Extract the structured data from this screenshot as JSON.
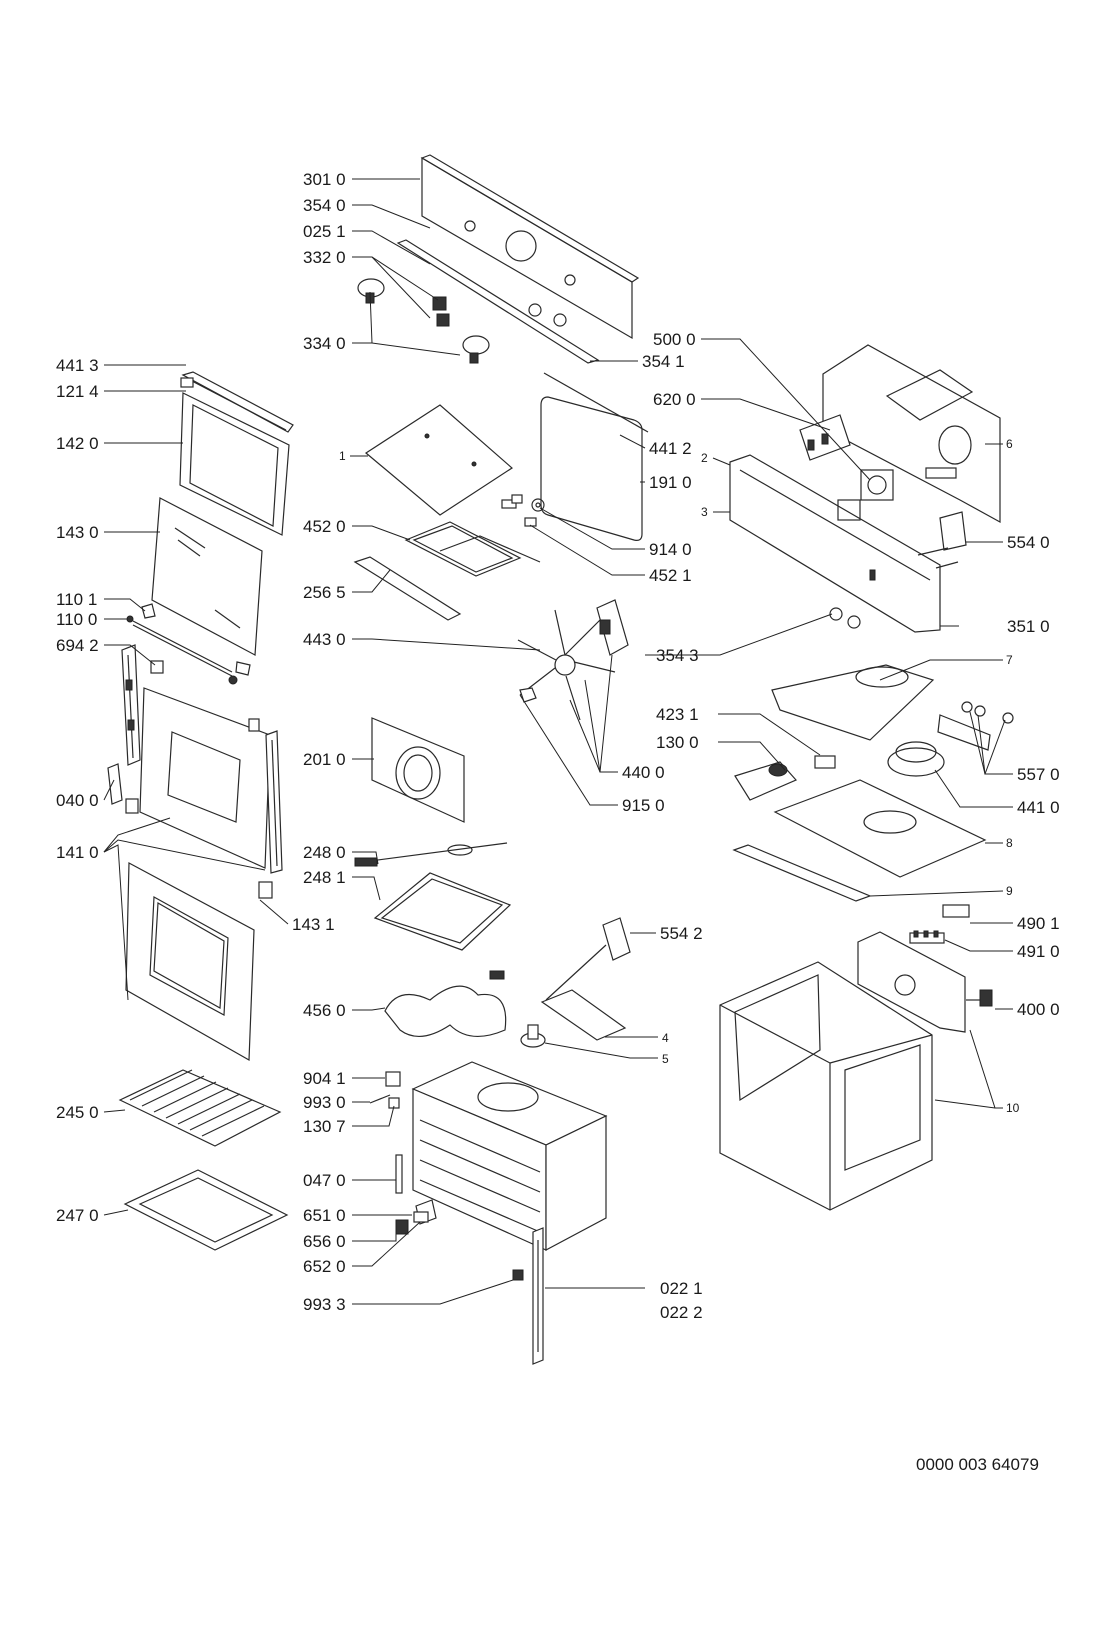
{
  "drawing_number": "0000 003 64079",
  "labels": {
    "l_3010": "301 0",
    "l_3540": "354 0",
    "l_0251": "025 1",
    "l_3320": "332 0",
    "l_3340": "334 0",
    "l_4413": "441 3",
    "l_1214": "121 4",
    "l_1420": "142 0",
    "l_1430": "143 0",
    "l_1101": "110 1",
    "l_1100": "110 0",
    "l_6942": "694 2",
    "l_0400": "040 0",
    "l_1410": "141 0",
    "l_1431": "143 1",
    "l_2450": "245 0",
    "l_2470": "247 0",
    "l_c1": "1",
    "l_4520": "452 0",
    "l_2565": "256 5",
    "l_4430": "443 0",
    "l_2010": "201 0",
    "l_2480": "248 0",
    "l_2481": "248 1",
    "l_4560": "456 0",
    "l_9041": "904 1",
    "l_9930": "993 0",
    "l_1307": "130 7",
    "l_0470": "047 0",
    "l_6510": "651 0",
    "l_6560": "656 0",
    "l_6520": "652 0",
    "l_9933": "993 3",
    "l_3541": "354 1",
    "l_4412": "441 2",
    "l_1910": "191 0",
    "l_9140": "914 0",
    "l_4521": "452 1",
    "l_3543": "354 3",
    "l_4400": "440 0",
    "l_9150": "915 0",
    "l_4231": "423 1",
    "l_1300": "130 0",
    "l_5542": "554 2",
    "l_c4": "4",
    "l_c5": "5",
    "l_0221": "022 1",
    "l_0222": "022 2",
    "l_5000": "500 0",
    "l_6200": "620 0",
    "l_c2": "2",
    "l_c3": "3",
    "l_c6": "6",
    "l_5540": "554 0",
    "l_3510": "351 0",
    "l_c7": "7",
    "l_5570": "557 0",
    "l_4410": "441 0",
    "l_c8": "8",
    "l_c9": "9",
    "l_4901": "490 1",
    "l_4910": "491 0",
    "l_4000": "400 0",
    "l_c10": "10"
  }
}
